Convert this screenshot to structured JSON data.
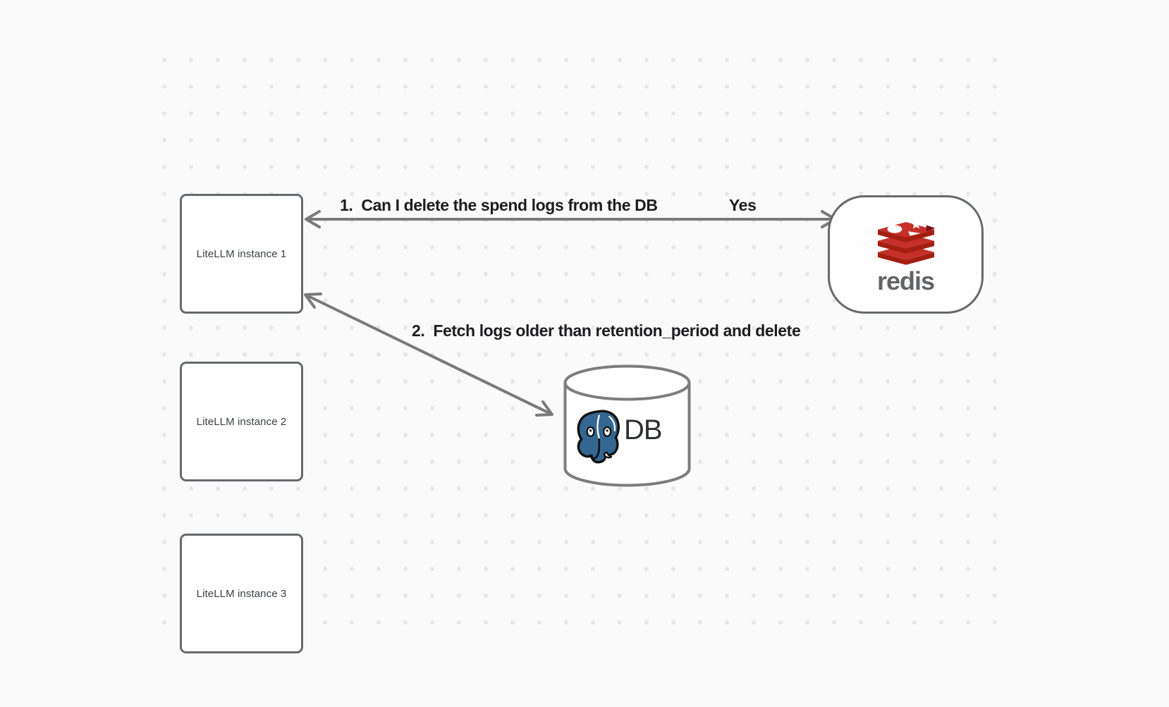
{
  "canvas": {
    "background": "#fafafa",
    "dot_color": "#e7e7e7",
    "grid": "dot-grid"
  },
  "colors": {
    "background": "#fafafa",
    "dot": "#e7e7e7",
    "arrow": "#7a7a7a",
    "node_border": "#666a6d",
    "label_text": "#1d1d1f",
    "box_text": "#3c3f42",
    "redis_red": "#C6302B",
    "redis_red_dark": "#A41E11",
    "redis_red_deep": "#741113",
    "redis_wordmark": "#636466",
    "postgres_blue": "#336791",
    "db_text": "#2d2f31",
    "cyl_border": "#7d7d7d"
  },
  "nodes": {
    "instance1": {
      "label": "LiteLLM instance 1"
    },
    "instance2": {
      "label": "LiteLLM instance 2"
    },
    "instance3": {
      "label": "LiteLLM instance 3"
    },
    "redis": {
      "wordmark": "redis",
      "icon": "redis-stack-icon"
    },
    "db": {
      "label": "DB",
      "icon": "postgresql-elephant-icon",
      "shape": "cylinder"
    }
  },
  "connections": [
    {
      "id": "arrow1",
      "between": [
        "instance1",
        "redis"
      ],
      "style": "double-headed",
      "label": "1.  Can I delete the spend logs from the DB",
      "response": "Yes"
    },
    {
      "id": "arrow2",
      "between": [
        "instance1",
        "db"
      ],
      "style": "double-headed",
      "label": "2.  Fetch logs older than retention_period and delete",
      "response": ""
    }
  ]
}
